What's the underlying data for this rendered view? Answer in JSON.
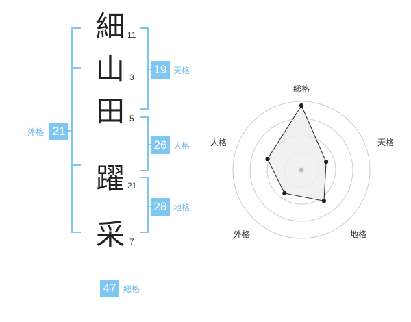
{
  "name": {
    "chars": [
      {
        "char": "細",
        "strokes": "11"
      },
      {
        "char": "山",
        "strokes": "3"
      },
      {
        "char": "田",
        "strokes": "5"
      },
      {
        "char": "躍",
        "strokes": "21"
      },
      {
        "char": "采",
        "strokes": "7"
      }
    ]
  },
  "scores": {
    "tenkaku": {
      "value": "19",
      "label": "天格"
    },
    "jinkaku": {
      "value": "26",
      "label": "人格"
    },
    "chikaku": {
      "value": "28",
      "label": "地格"
    },
    "gaikaku": {
      "value": "21",
      "label": "外格"
    },
    "soukaku": {
      "value": "47",
      "label": "総格"
    }
  },
  "chart_data": {
    "type": "radar",
    "axes": [
      "総格",
      "天格",
      "地格",
      "外格",
      "人格"
    ],
    "values": [
      47,
      19,
      28,
      21,
      26
    ],
    "rings": 4,
    "colors": {
      "fill": "#eeeeee",
      "stroke": "#222222",
      "ring": "#cccccc",
      "center": "#bbbbbb"
    }
  }
}
